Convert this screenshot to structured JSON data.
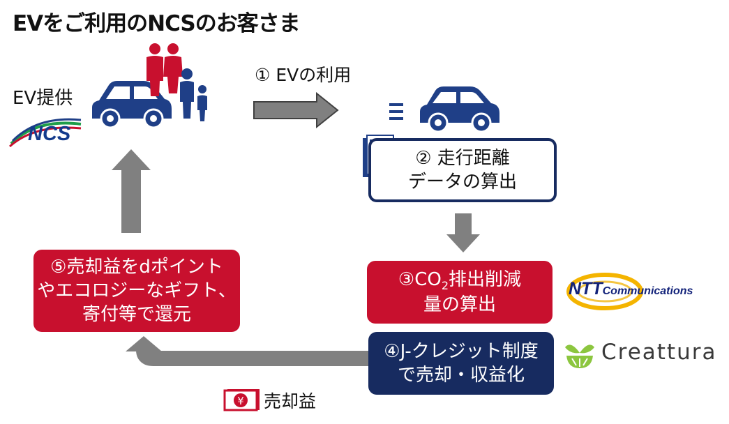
{
  "title": "EVをご利用のNCSのお客さま",
  "provider": {
    "label": "EV提供",
    "logo_text": "NCS"
  },
  "steps": {
    "s1": "① EVの利用",
    "s2_line1": "② 走行距離",
    "s2_line2": "データの算出",
    "s3_line1_pre": "③CO",
    "s3_line1_sub": "2",
    "s3_line1_post": "排出削減",
    "s3_line2": "量の算出",
    "s4_line1": "④J-クレジット制度",
    "s4_line2": "で売却・収益化",
    "s5_line1": "⑤売却益をdポイント",
    "s5_line2": "やエコロジーなギフト、",
    "s5_line3": "寄付等で還元"
  },
  "profit": {
    "label": "売却益",
    "bill_symbol": "¥"
  },
  "partners": {
    "ntt_main": "NTT",
    "ntt_sub": "Communications",
    "creattura": "Creattura"
  },
  "colors": {
    "red": "#c8102e",
    "navy": "#172b60",
    "arrow_gray": "#808080",
    "car_blue": "#1f3f87"
  }
}
